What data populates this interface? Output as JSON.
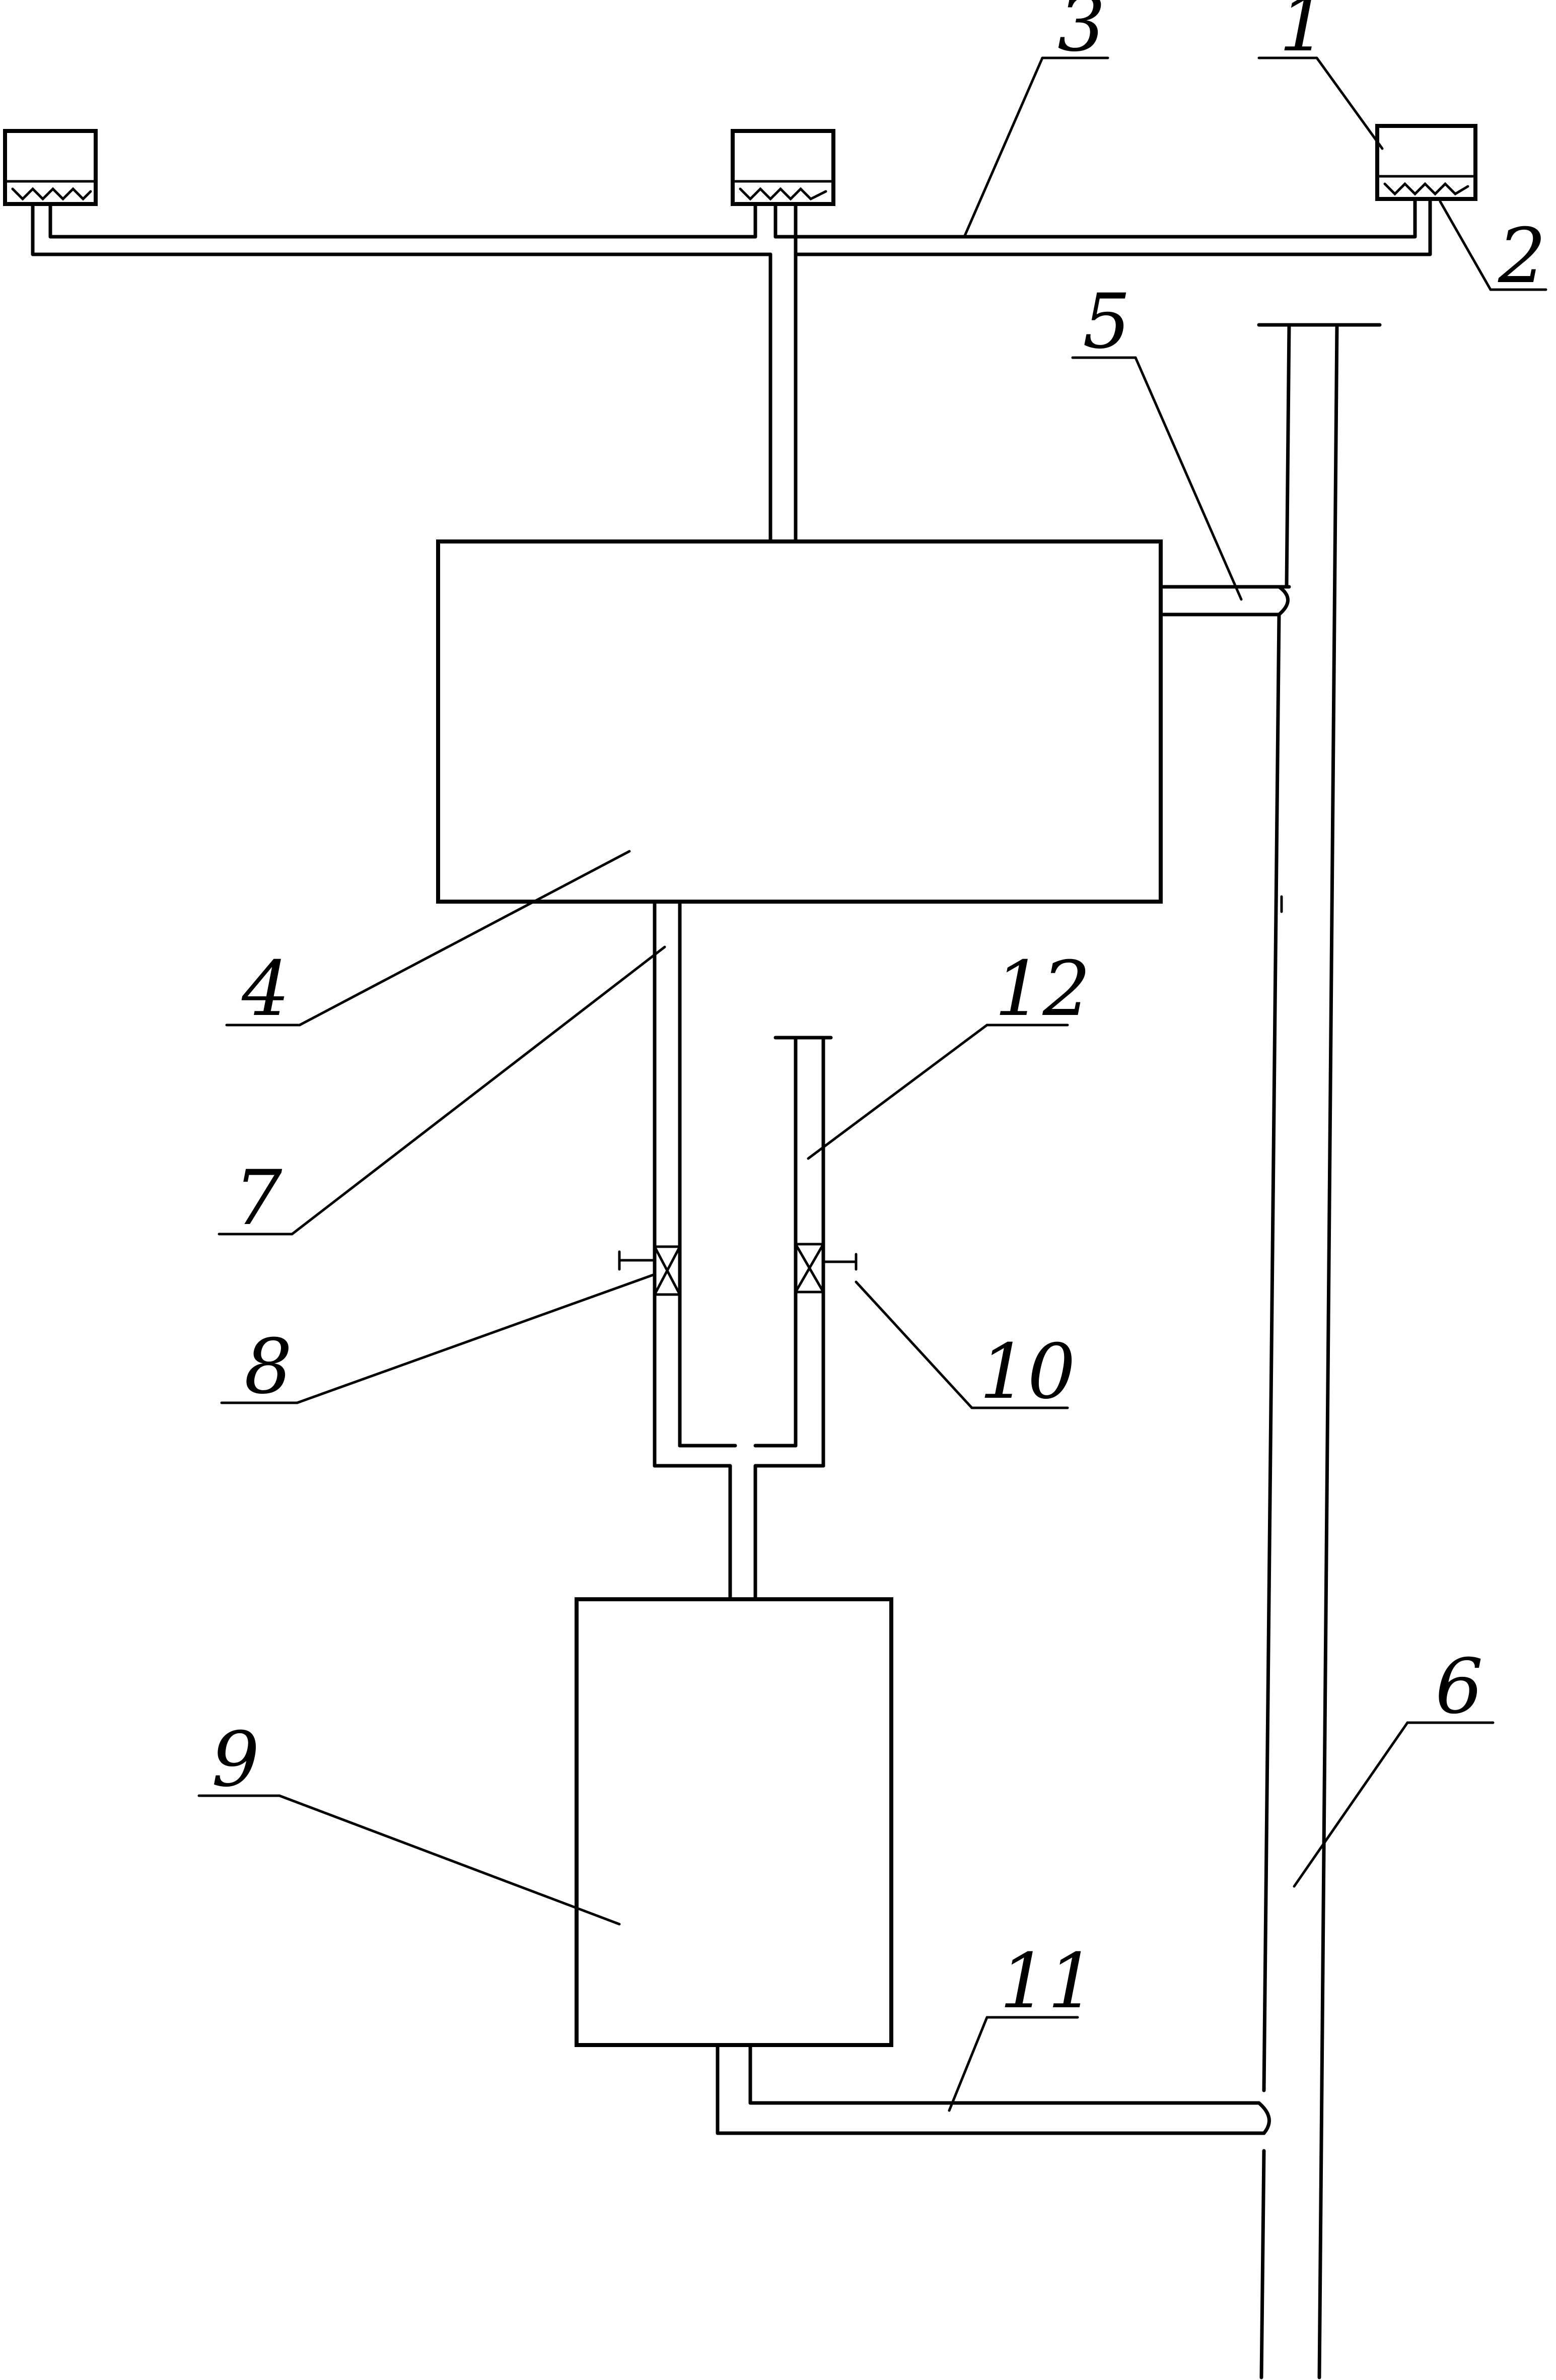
{
  "diagram": {
    "labels": {
      "l1": "1",
      "l2": "2",
      "l3": "3",
      "l4": "4",
      "l5": "5",
      "l6": "6",
      "l7": "7",
      "l8": "8",
      "l9": "9",
      "l10": "10",
      "l11": "11",
      "l12": "12"
    }
  }
}
